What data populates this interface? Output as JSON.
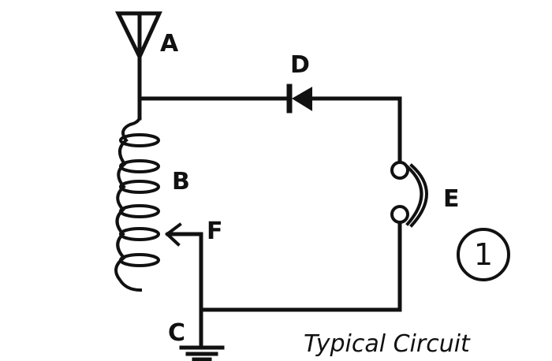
{
  "labels": {
    "antenna": "A",
    "coil": "B",
    "ground": "C",
    "diode": "D",
    "earphone": "E",
    "tap": "F"
  },
  "caption": "Typical Circuit",
  "figure_number": "1"
}
